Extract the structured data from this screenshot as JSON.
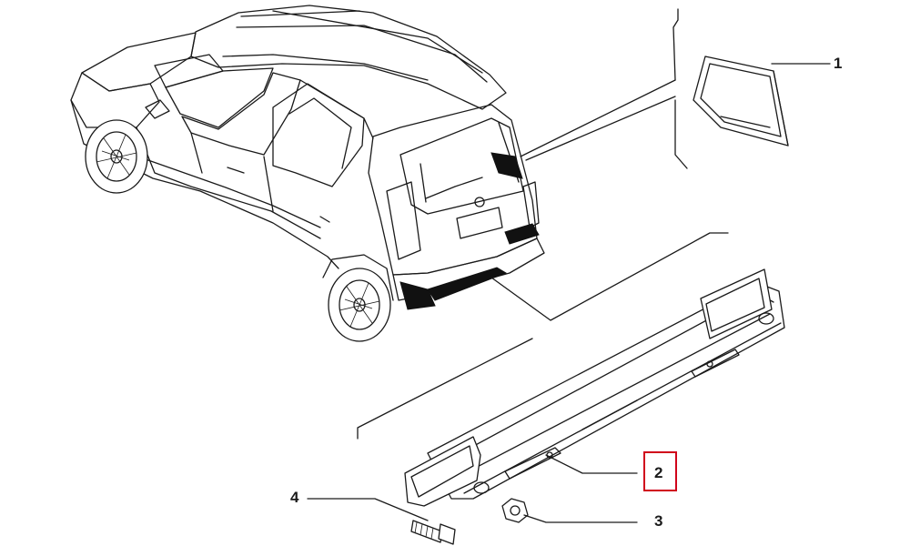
{
  "callouts": [
    {
      "id": "1",
      "label": "1",
      "highlighted": false
    },
    {
      "id": "2",
      "label": "2",
      "highlighted": true
    },
    {
      "id": "3",
      "label": "3",
      "highlighted": false
    },
    {
      "id": "4",
      "label": "4",
      "highlighted": false
    }
  ],
  "colors": {
    "line": "#1a1a1a",
    "highlight": "#d0021b",
    "background": "#ffffff"
  }
}
